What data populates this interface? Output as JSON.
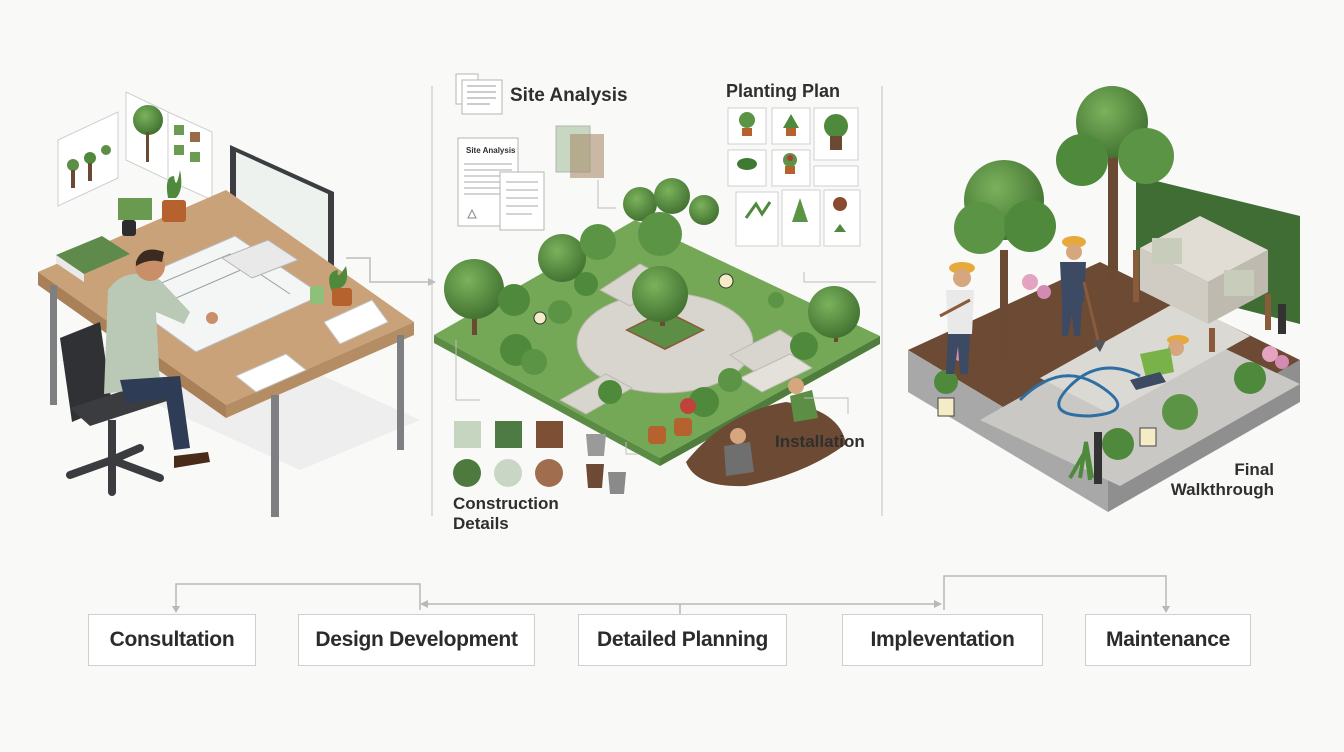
{
  "labels": {
    "site_analysis": "Site Analysis",
    "site_analysis_doc": "Site Analysis",
    "planting_plan": "Planting Plan",
    "installation": "Installation",
    "construction_details": [
      "Construction",
      "Details"
    ],
    "final_walkthrough": [
      "Final",
      "Walkthrough"
    ]
  },
  "phases": [
    {
      "label": "Consultation"
    },
    {
      "label": "Design Development"
    },
    {
      "label": "Detailed Planning"
    },
    {
      "label": "Impleventation"
    },
    {
      "label": "Maintenance"
    }
  ],
  "swatches": {
    "squares": [
      "#c6d5c0",
      "#4e7a44",
      "#7d4f34"
    ],
    "circles": [
      "#4f7a3f",
      "#c9d6c6",
      "#a06e4f"
    ]
  },
  "colors": {
    "grass": "#74a857",
    "tree": "#4f8a3c",
    "soil": "#6d4a33",
    "paving": "#d8d5cf",
    "wood": "#c59a6c",
    "frame": "#d2d2d2"
  }
}
